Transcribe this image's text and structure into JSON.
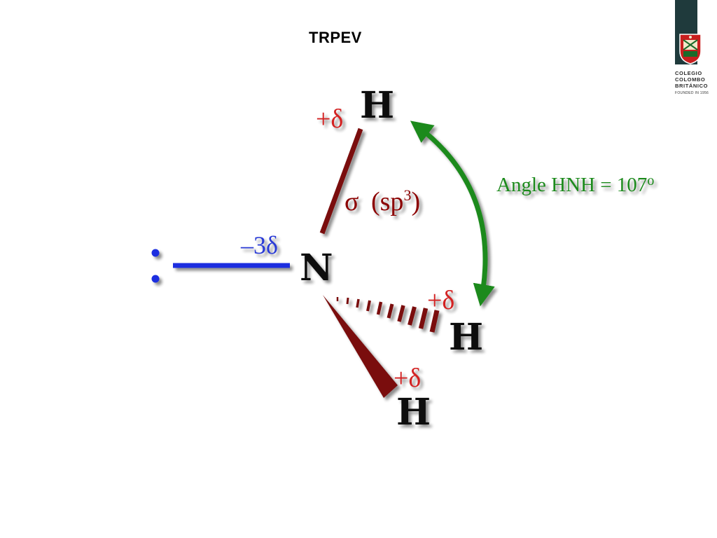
{
  "slide": {
    "title": "TRPEV"
  },
  "logo": {
    "line1": "COLEGIO",
    "line2": "COLOMBO",
    "line3": "BRITÁNICO",
    "sub": "FOUNDED IN 1956"
  },
  "molecule": {
    "central_atom": "N",
    "central_charge": "–3δ",
    "hydrogens": [
      {
        "symbol": "H",
        "charge": "+δ"
      },
      {
        "symbol": "H",
        "charge": "+δ"
      },
      {
        "symbol": "H",
        "charge": "+δ"
      }
    ],
    "bond_label": {
      "sigma": "σ",
      "hybrid": "(sp",
      "sup": "3",
      "close": ")"
    },
    "angle_label": {
      "text": "Angle HNH = 107",
      "unit": "o"
    }
  },
  "colors": {
    "bond": "#7a1010",
    "lone_pair": "#1a2fe0",
    "arrow": "#1e8a1e",
    "charge": "#d32424"
  },
  "icons": {
    "lone_pair": "lone-pair-dots"
  }
}
